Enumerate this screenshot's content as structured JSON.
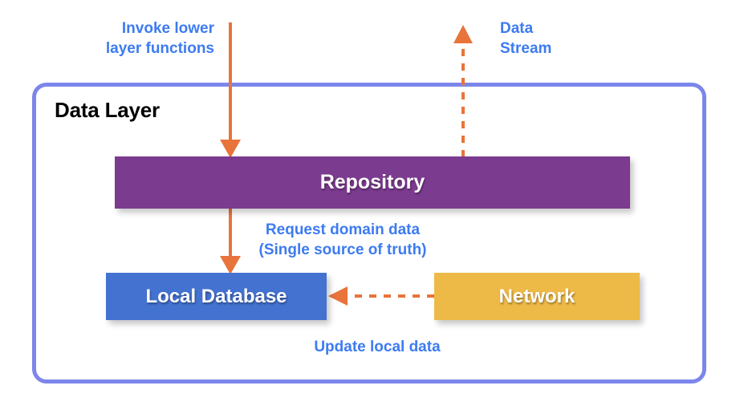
{
  "diagram": {
    "title": "Data Layer",
    "container_border_color": "#7c86ea",
    "nodes": [
      {
        "id": "repository",
        "label": "Repository",
        "color": "#7b3b8e"
      },
      {
        "id": "local-db",
        "label": "Local Database",
        "color": "#4472d0"
      },
      {
        "id": "network",
        "label": "Network",
        "color": "#edb947"
      }
    ],
    "connectors": [
      {
        "id": "invoke-lower-layer-functions",
        "label": "Invoke lower\nlayer functions",
        "style": "solid",
        "direction": "down",
        "from": "external-top",
        "to": "repository",
        "color": "#e8743b"
      },
      {
        "id": "data-stream",
        "label": "Data\nStream",
        "style": "dashed",
        "direction": "up",
        "from": "repository",
        "to": "external-top",
        "color": "#e8743b"
      },
      {
        "id": "request-domain-data",
        "label": "Request domain data\n(Single source of truth)",
        "style": "solid",
        "direction": "down",
        "from": "repository",
        "to": "local-db",
        "color": "#e8743b"
      },
      {
        "id": "update-local-data",
        "label": "Update local data",
        "style": "dashed",
        "direction": "left",
        "from": "network",
        "to": "local-db",
        "color": "#e8743b"
      }
    ],
    "label_color": "#3d7bf0"
  }
}
